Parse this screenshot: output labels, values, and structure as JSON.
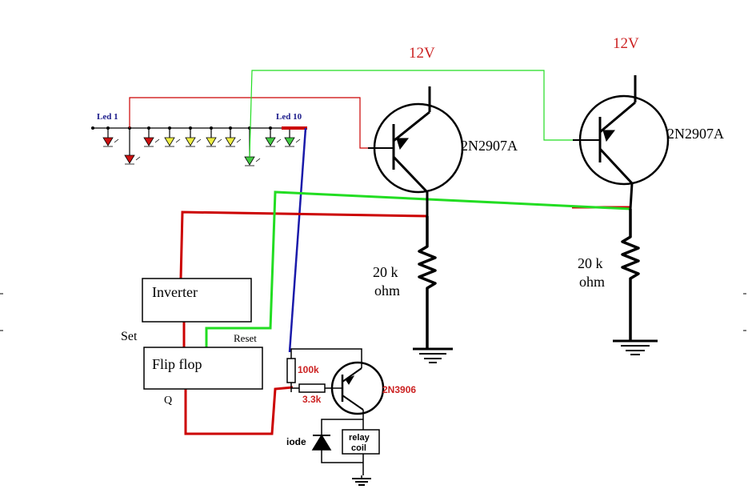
{
  "labels": {
    "supply_1": "12V",
    "supply_2": "12V",
    "transistor_1": "2N2907A",
    "transistor_2": "2N2907A",
    "transistor_3": "2N3906",
    "resistor_1_value": "20 k",
    "resistor_1_unit": "ohm",
    "resistor_2_value": "20 k",
    "resistor_2_unit": "ohm",
    "led_first": "Led 1",
    "led_last": "Led 10",
    "inverter": "Inverter",
    "flip_flop": "Flip flop",
    "set": "Set",
    "reset": "Reset",
    "q_output": "Q",
    "base_resistor_1": "100k",
    "base_resistor_2": "3.3k",
    "diode": "iode",
    "relay_line_1": "relay",
    "relay_line_2": "coil"
  },
  "colors": {
    "wire_black": "#000000",
    "wire_red": "#cc0000",
    "wire_green": "#22dd22",
    "wire_blue": "#1a1aaa",
    "label_red": "#cc2222",
    "led_label_blue": "#1a1a8a",
    "led_red": "#cc1111",
    "led_yellow": "#eeee44",
    "led_green": "#44cc44"
  }
}
